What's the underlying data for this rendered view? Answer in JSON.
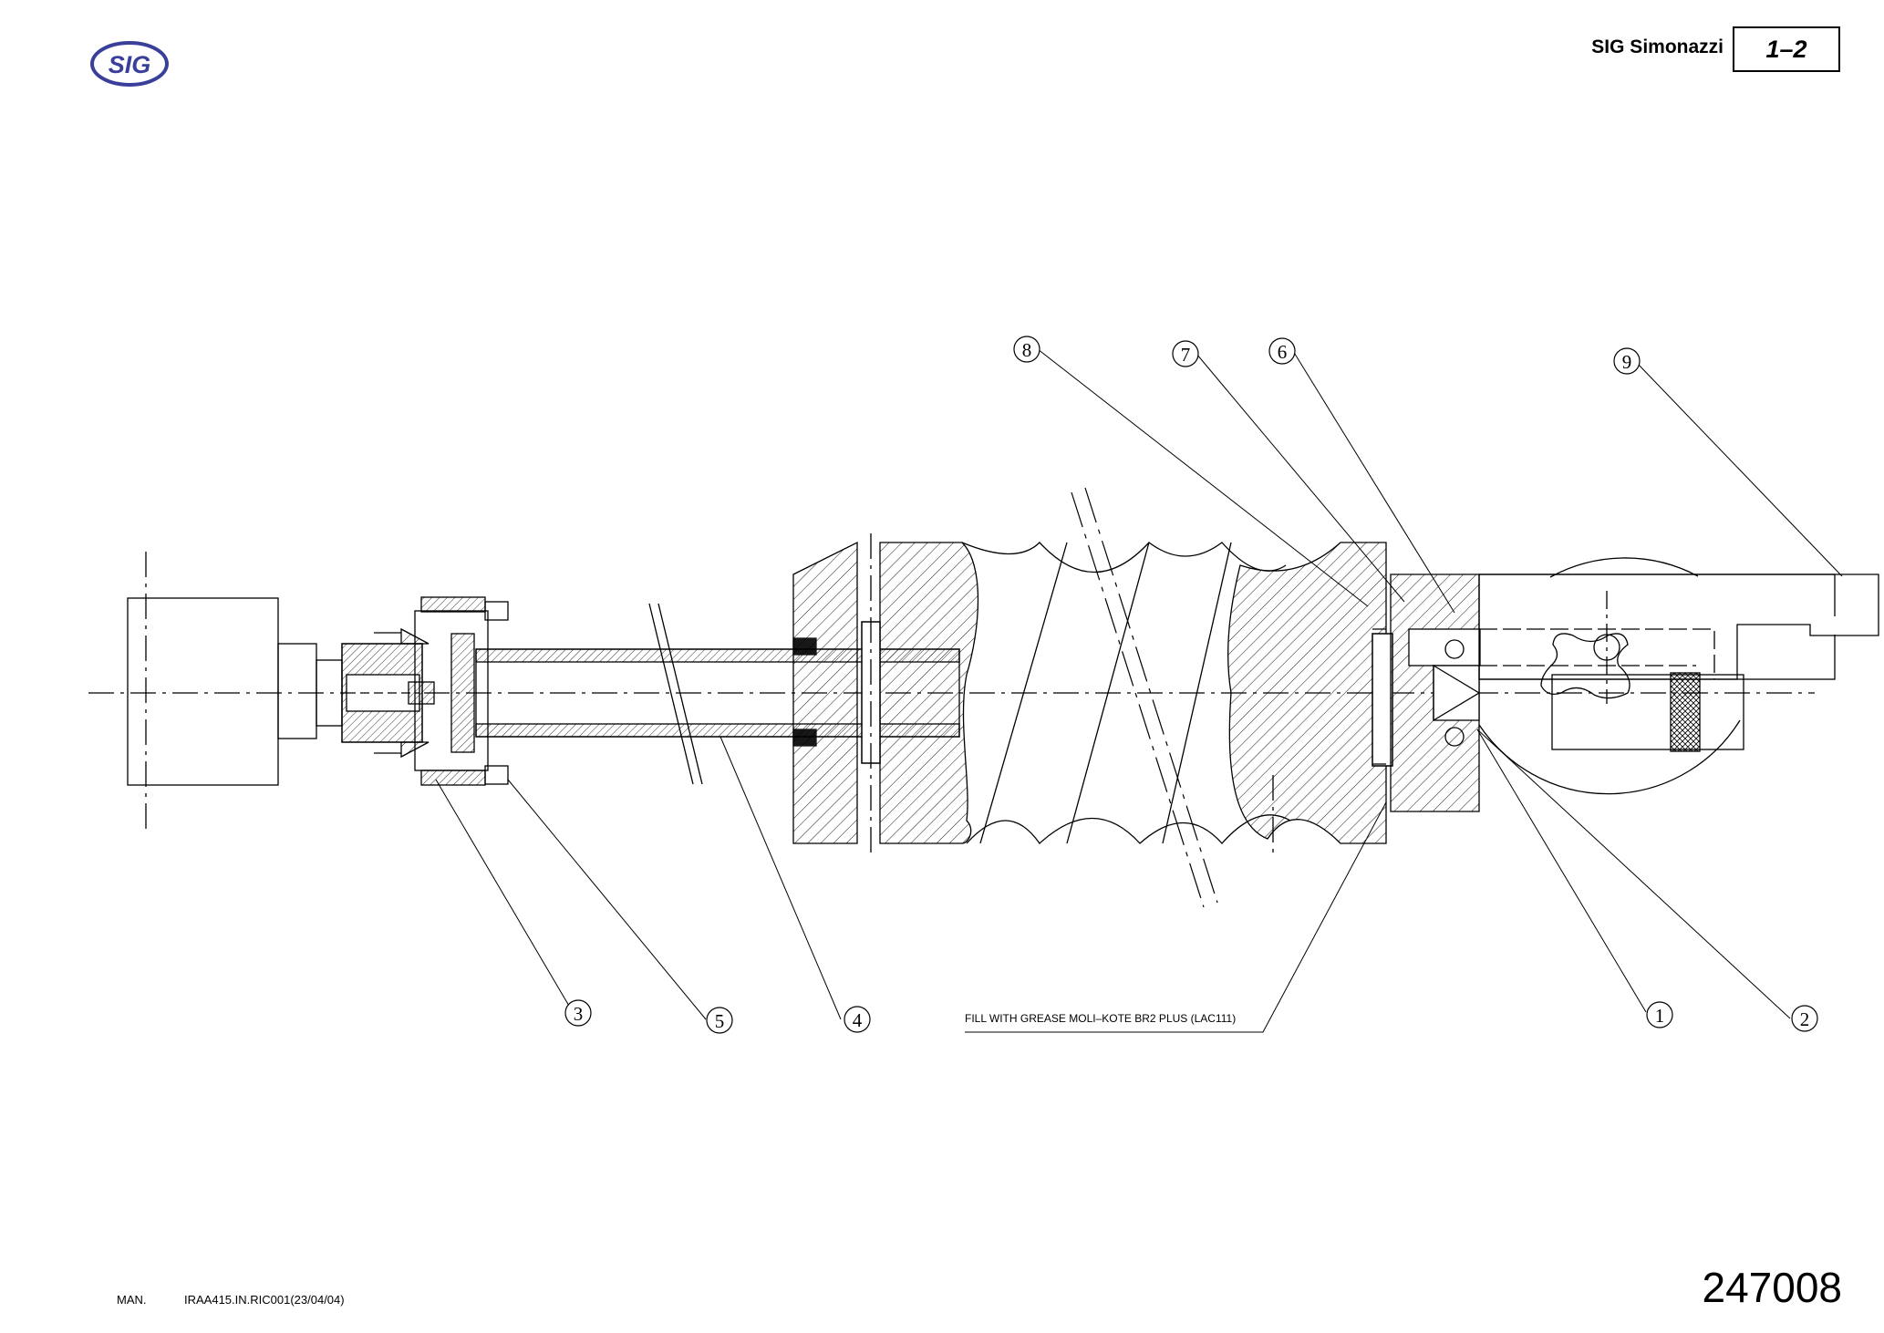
{
  "header": {
    "logo_text": "SIG",
    "company": "SIG Simonazzi",
    "page_number": "1–2"
  },
  "drawing": {
    "callouts": [
      "1",
      "2",
      "3",
      "4",
      "5",
      "6",
      "7",
      "8",
      "9"
    ],
    "note": "FILL WITH GREASE MOLI–KOTE BR2 PLUS (LAC111)",
    "colors": {
      "line": "#000000",
      "logo": "#3a3f9a"
    }
  },
  "footer": {
    "man_label": "MAN.",
    "reference": "IRAA415.IN.RIC001(23/04/04)",
    "document_number": "247008"
  }
}
